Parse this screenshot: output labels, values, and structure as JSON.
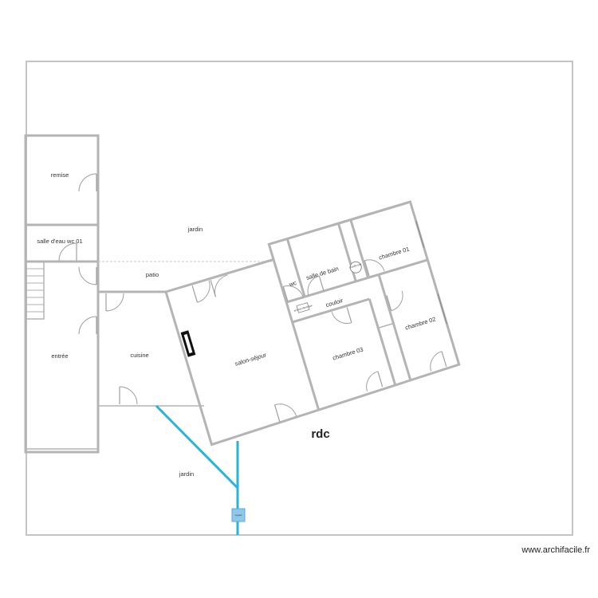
{
  "plan": {
    "level": "rdc",
    "watermark": "www.archifacile.fr",
    "rooms": {
      "remise": "remise",
      "salle_eau": "salle d'eau wc 01",
      "jardin_top": "jardin",
      "patio": "patio",
      "entree": "entrée",
      "cuisine": "cuisine",
      "salon": "salon-séjour",
      "wc": "wc",
      "salle_de_bain": "salle de bain",
      "couloir": "couloir",
      "chambre_01": "chambre 01",
      "chambre_02": "chambre 02",
      "chambre_03": "chambre 03",
      "jardin_bottom": "jardin"
    },
    "fixtures": {
      "boiler": "chauffe eau",
      "cabinet": "armoire électrique",
      "regard": "regard"
    },
    "colors": {
      "wall": "#b4b4b4",
      "pipe": "#2ab3d6",
      "regard": "#8ec9ec",
      "fireplace": "#111111"
    }
  }
}
